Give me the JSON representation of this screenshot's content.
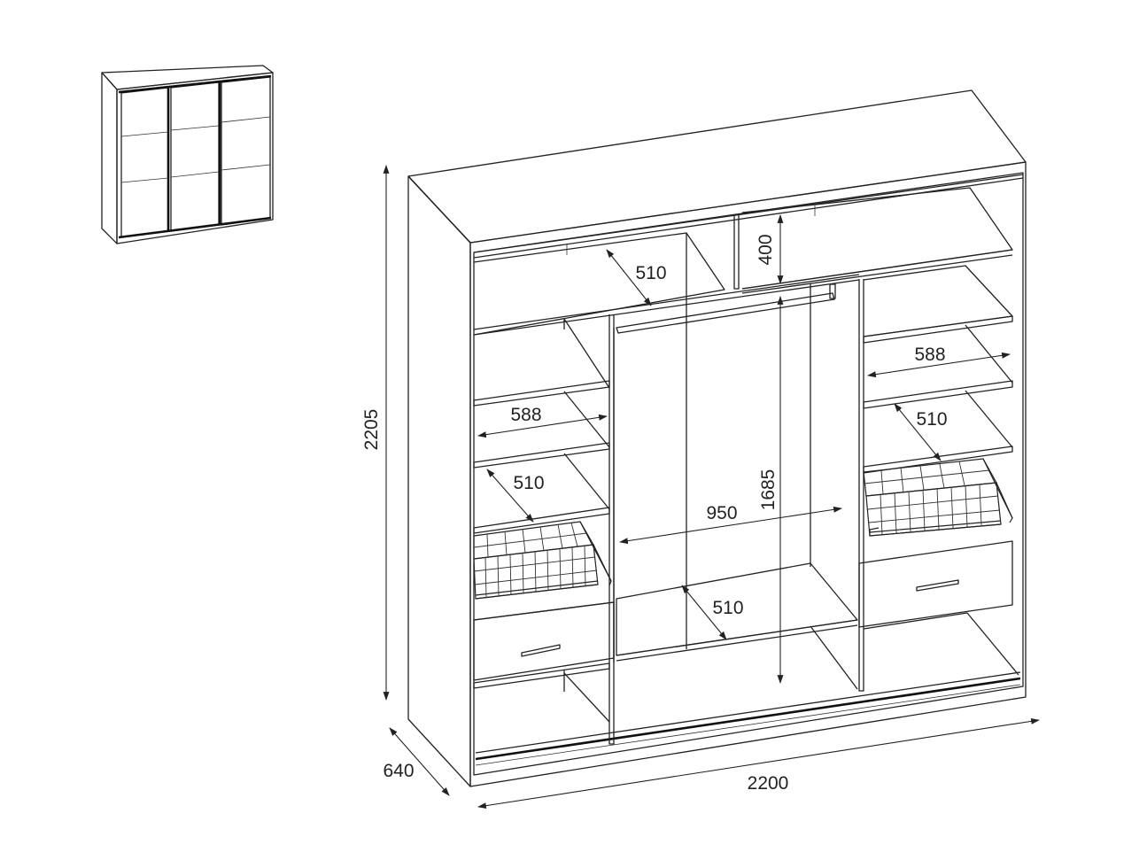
{
  "dimensions": {
    "total_width": "2200",
    "total_height": "2205",
    "depth": "640",
    "top_compartment_depth": "510",
    "top_compartment_height": "400",
    "left_shelf_width": "588",
    "left_shelf_depth": "510",
    "right_shelf_width": "588",
    "right_shelf_depth": "510",
    "hanging_width": "950",
    "hanging_height": "1685",
    "bottom_shelf_depth": "510"
  },
  "colors": {
    "line": "#222222",
    "background": "#ffffff"
  }
}
